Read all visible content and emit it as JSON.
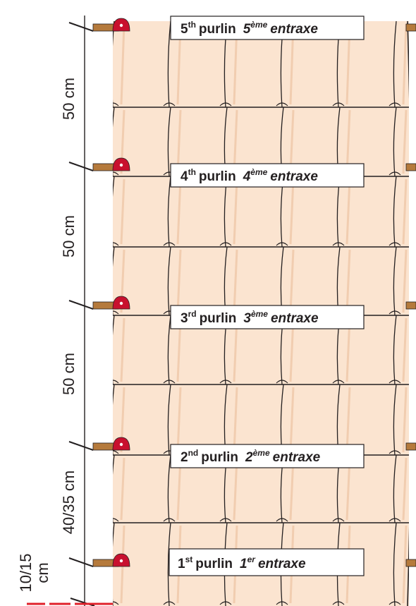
{
  "purlins": [
    {
      "n": "1",
      "en_sup": "st",
      "en_word": "purlin",
      "fr_n": "1",
      "fr_sup": "er",
      "fr_word": "entraxe"
    },
    {
      "n": "2",
      "en_sup": "nd",
      "en_word": "purlin",
      "fr_n": "2",
      "fr_sup": "ème",
      "fr_word": "entraxe"
    },
    {
      "n": "3",
      "en_sup": "rd",
      "en_word": "purlin",
      "fr_n": "3",
      "fr_sup": "ème",
      "fr_word": "entraxe"
    },
    {
      "n": "4",
      "en_sup": "th",
      "en_word": "purlin",
      "fr_n": "4",
      "fr_sup": "ème",
      "fr_word": "entraxe"
    },
    {
      "n": "5",
      "en_sup": "th",
      "en_word": "purlin",
      "fr_n": "5",
      "fr_sup": "ème",
      "fr_word": "entraxe"
    }
  ],
  "dimensions": [
    {
      "text": "50 cm"
    },
    {
      "text": "50 cm"
    },
    {
      "text": "50 cm"
    },
    {
      "text": "40/35 cm"
    },
    {
      "line1": "10/15",
      "line2": "cm"
    }
  ],
  "colors": {
    "tile_fill": "#fbe4d0",
    "tile_shadow": "#f1cdb0",
    "outline": "#231f20",
    "batten": "#b57a3c",
    "hook": "#c8102e",
    "eave_mark": "#e0202a"
  }
}
